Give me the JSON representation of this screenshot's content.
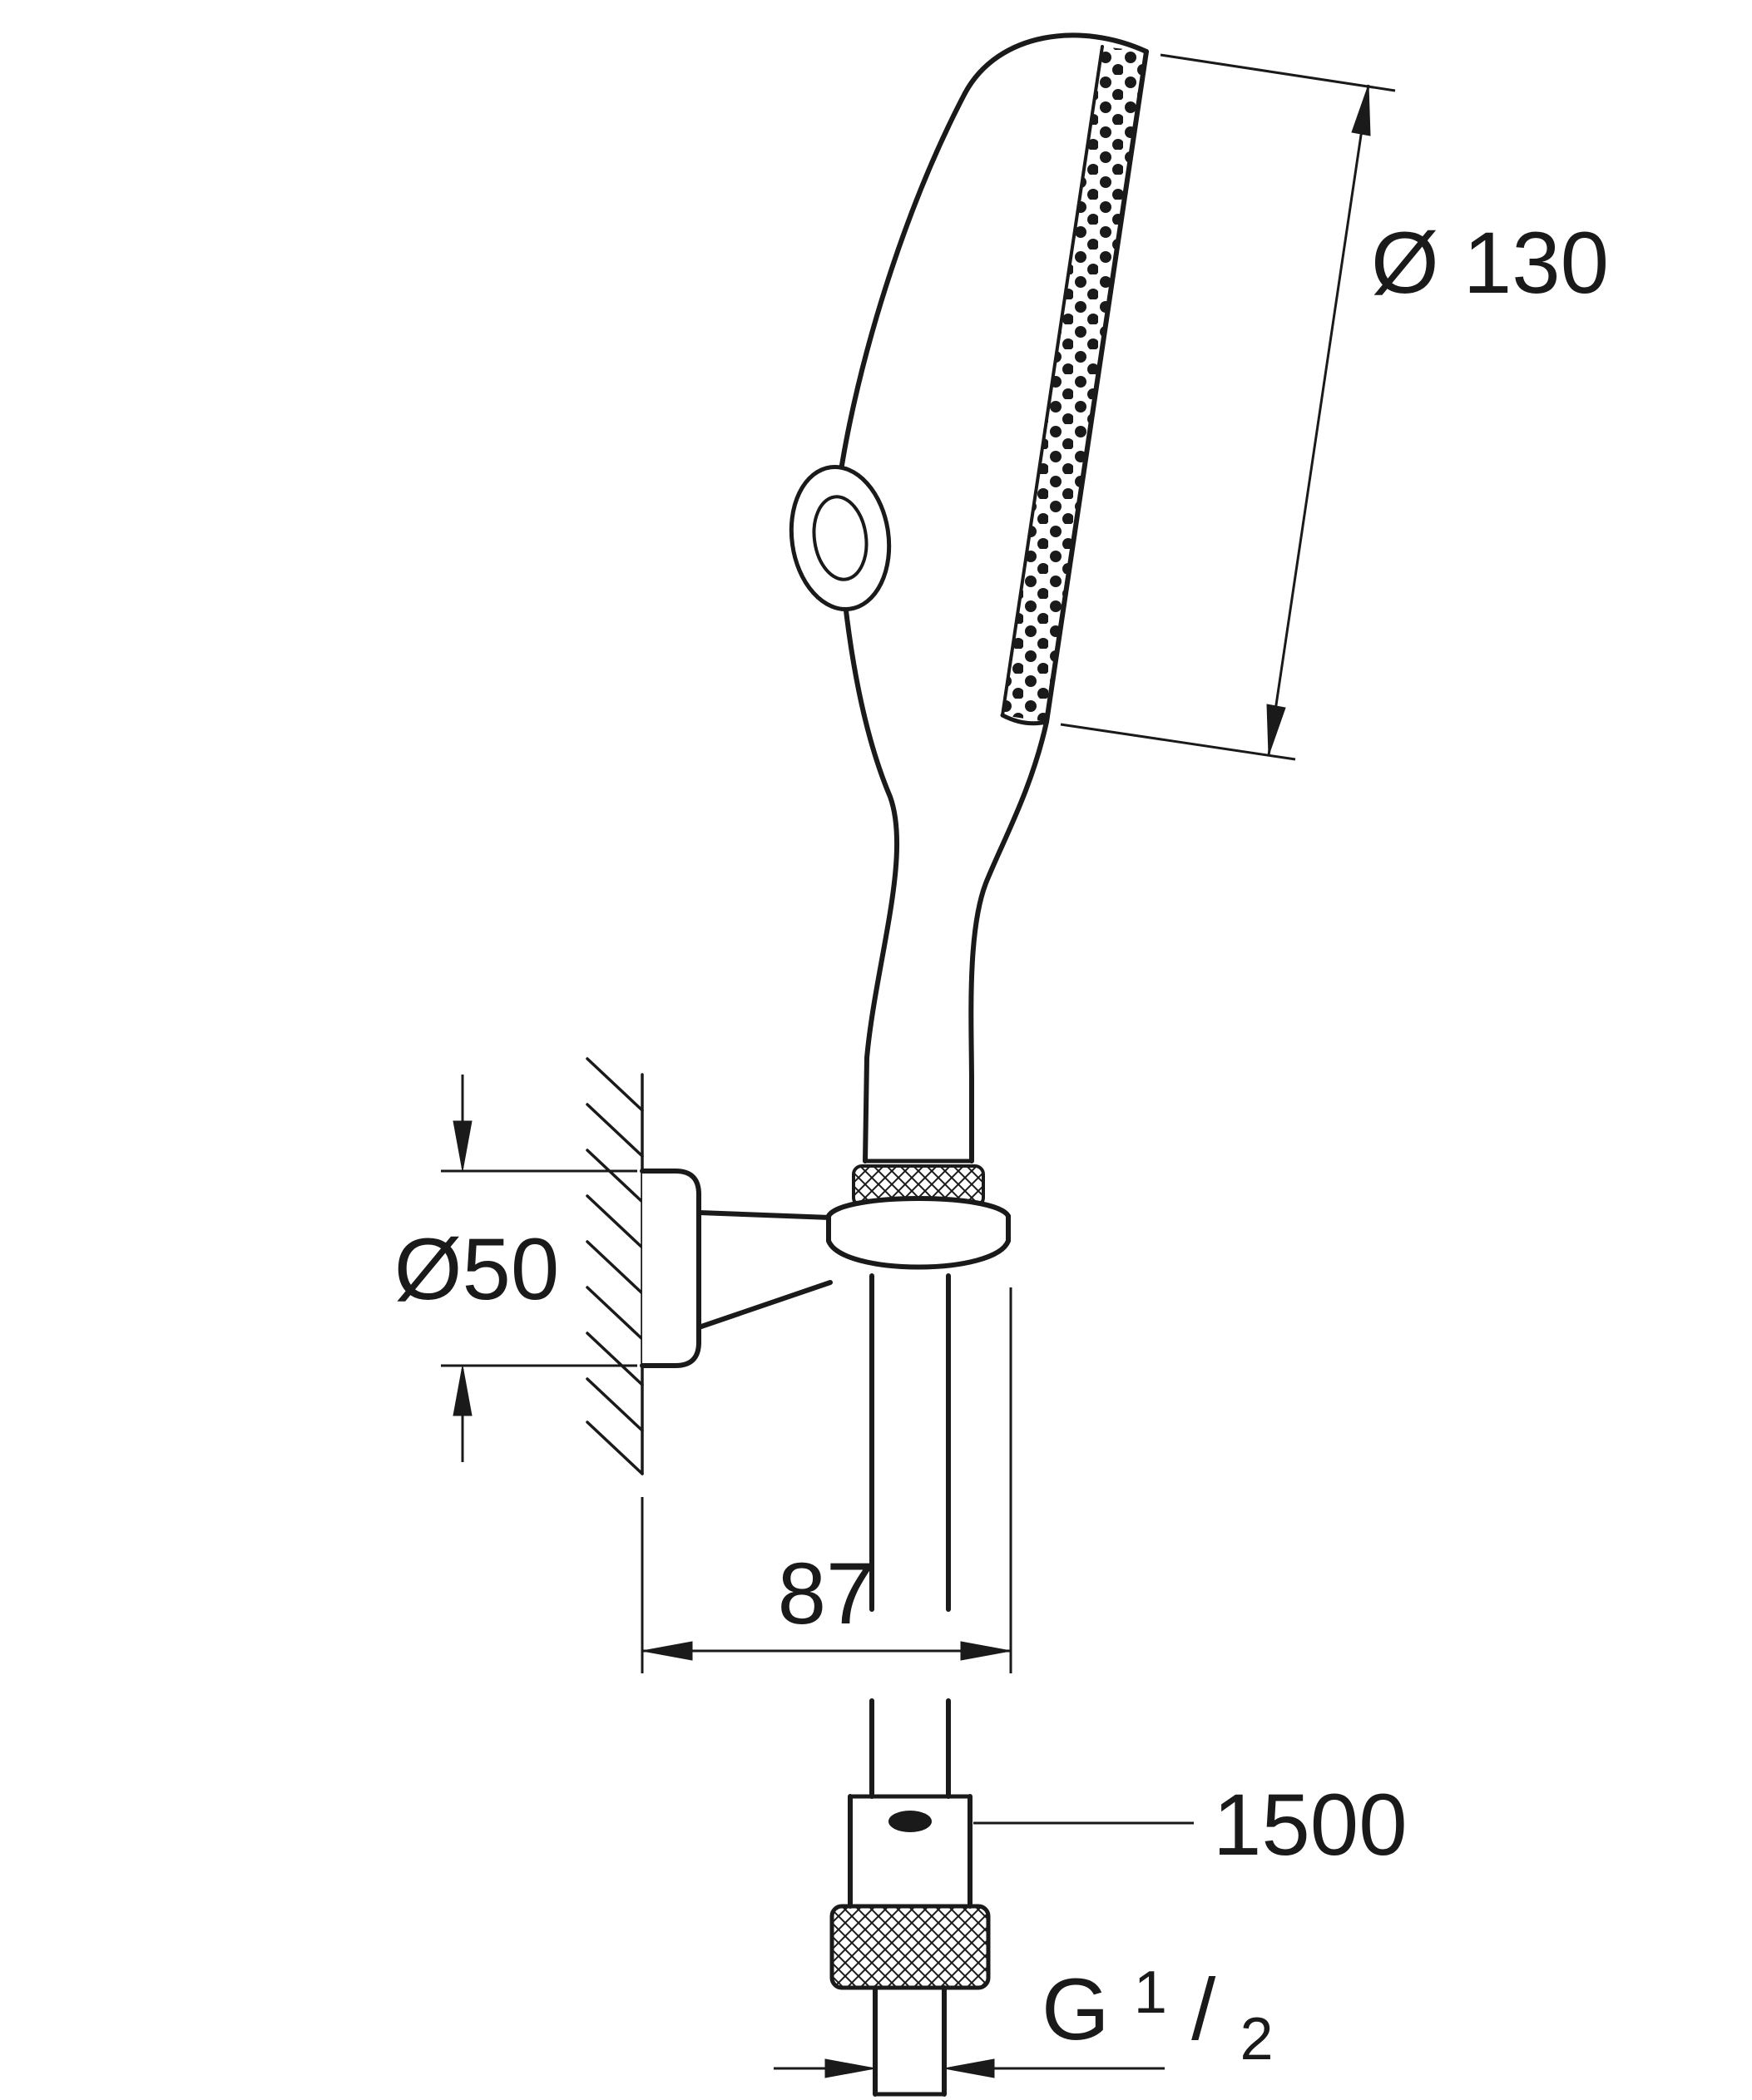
{
  "drawing": {
    "title": "hand-shower-wall-holder-set-technical-drawing",
    "dimensions": {
      "head_diameter": "Ø 130",
      "holder_plate_diameter": "Ø50",
      "wall_offset": "87",
      "hose_length": "1500",
      "thread": {
        "g": "G",
        "sup": "1",
        "slash": "/",
        "sub": "2"
      }
    },
    "colors": {
      "line": "#1a1a1a",
      "background": "#ffffff"
    }
  }
}
